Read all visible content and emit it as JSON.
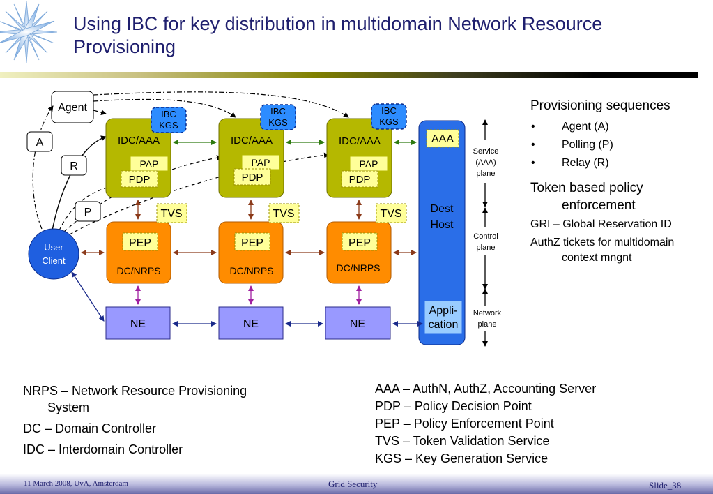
{
  "title": "Using IBC for key distribution in multidomain Network Resource Provisioning",
  "diagram": {
    "agent": "Agent",
    "seq_a": "A",
    "seq_r": "R",
    "seq_p": "P",
    "user_client_1": "User",
    "user_client_2": "Client",
    "domains": [
      {
        "idc": "IDC/AAA",
        "ibc_1": "IBC",
        "ibc_2": "KGS",
        "pap": "PAP",
        "pdp": "PDP",
        "tvs": "TVS",
        "pep": "PEP",
        "dc": "DC/NRPS",
        "ne": "NE"
      },
      {
        "idc": "IDC/AAA",
        "ibc_1": "IBC",
        "ibc_2": "KGS",
        "pap": "PAP",
        "pdp": "PDP",
        "tvs": "TVS",
        "pep": "PEP",
        "dc": "DC/NRPS",
        "ne": "NE"
      },
      {
        "idc": "IDC/AAA",
        "ibc_1": "IBC",
        "ibc_2": "KGS",
        "pap": "PAP",
        "pdp": "PDP",
        "tvs": "TVS",
        "pep": "PEP",
        "dc": "DC/NRPS",
        "ne": "NE"
      }
    ],
    "dest_aaa": "AAA",
    "dest_host_1": "Dest",
    "dest_host_2": "Host",
    "application_1": "Appli-",
    "application_2": "cation",
    "planes": {
      "service_1": "Service",
      "service_2": "(AAA)",
      "service_3": "plane",
      "control_1": "Control",
      "control_2": "plane",
      "network_1": "Network",
      "network_2": "plane"
    },
    "colors": {
      "idc_fill": "#b5b800",
      "dc_fill": "#ff8c00",
      "ne_fill": "#9999ff",
      "dest_fill": "#2a6ee8",
      "user_fill": "#1f5fe0",
      "tag_fill": "#ffff99",
      "ibc_fill": "#2d8cff"
    }
  },
  "right_notes": {
    "heading": "Provisioning sequences",
    "bullets": [
      "Agent (A)",
      "Polling (P)",
      "Relay (R)"
    ],
    "bullet_symbol": "•",
    "token_1": "Token based policy",
    "token_2": "enforcement",
    "gri": "GRI – Global Reservation ID",
    "authz_1": "AuthZ tickets for multidomain",
    "authz_2": "context mngnt"
  },
  "defs_left": {
    "nrps_1": "NRPS – Network Resource Provisioning",
    "nrps_2": "System",
    "dc": "DC – Domain Controller",
    "idc": "IDC – Interdomain Controller"
  },
  "defs_right": {
    "aaa": "AAA – AuthN, AuthZ, Accounting Server",
    "pdp": "PDP – Policy Decision  Point",
    "pep": "PEP – Policy Enforcement  Point",
    "tvs": "TVS – Token Validation Service",
    "kgs": "KGS – Key Generation Service"
  },
  "footer": {
    "date": "11 March 2008, UvA, Amsterdam",
    "center": "Grid Security",
    "slide": "Slide_38"
  }
}
